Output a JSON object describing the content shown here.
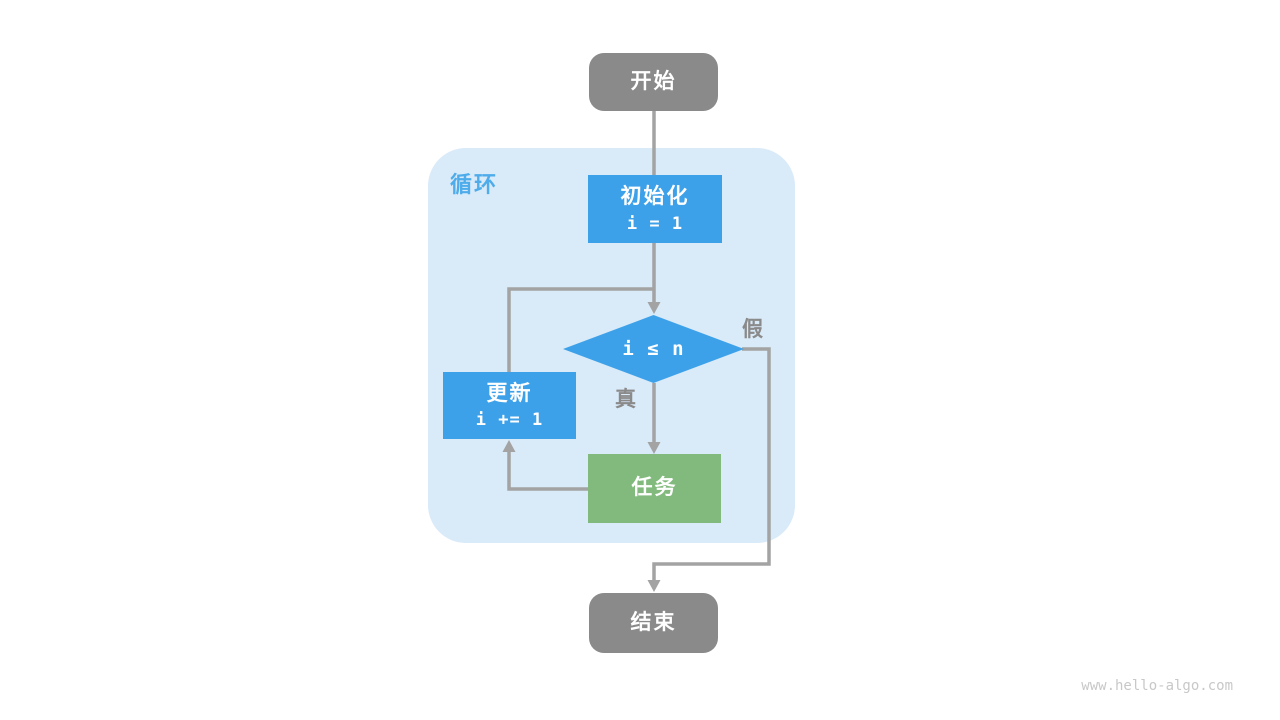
{
  "diagram": {
    "loop_label": "循环",
    "nodes": {
      "start": {
        "label": "开始"
      },
      "init": {
        "label": "初始化",
        "code": "i = 1"
      },
      "condition": {
        "code": "i ≤ n"
      },
      "update": {
        "label": "更新",
        "code": "i += 1"
      },
      "task": {
        "label": "任务"
      },
      "end": {
        "label": "结束"
      }
    },
    "branch_labels": {
      "true": "真",
      "false": "假"
    },
    "colors": {
      "terminal_gray": "#8a8a8a",
      "process_blue": "#3da1e9",
      "task_green": "#82ba7e",
      "loop_background": "#d9eaf9",
      "loop_label_blue": "#4facea",
      "edge_gray": "#a3a3a3",
      "branch_label_gray": "#8a8a8a",
      "watermark_gray": "#c8c8c8"
    },
    "watermark": "www.hello-algo.com"
  }
}
